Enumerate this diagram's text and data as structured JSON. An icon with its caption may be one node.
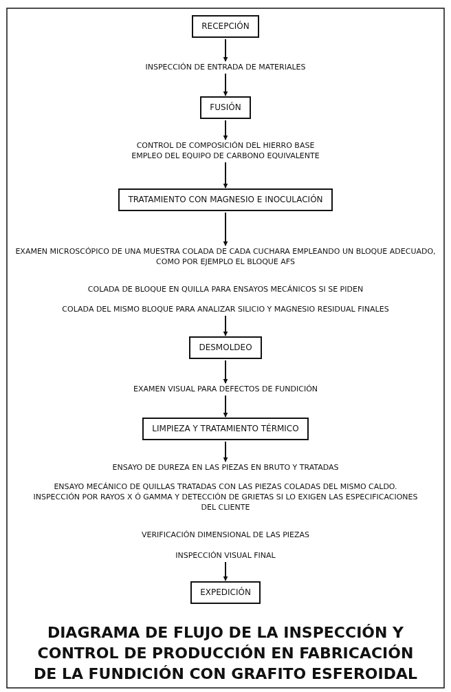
{
  "diagram": {
    "title": "DIAGRAMA DE FLUJO DE LA INSPECCIÓN Y CONTROL DE PRODUCCIÓN EN FABRICACIÓN DE LA FUNDICIÓN CON GRAFITO ESFEROIDAL",
    "nodes": [
      {
        "text": [
          "RECEPCIÓN"
        ]
      },
      {
        "text": [
          "INSPECCIÓN DE ENTRADA DE MATERIALES"
        ]
      },
      {
        "text": [
          "FUSIÓN"
        ]
      },
      {
        "text": [
          "CONTROL DE COMPOSICIÓN DEL HIERRO BASE",
          "EMPLEO DEL EQUIPO DE CARBONO EQUIVALENTE"
        ]
      },
      {
        "text": [
          "TRATAMIENTO CON MAGNESIO E INOCULACIÓN"
        ]
      },
      {
        "text": [
          "EXAMEN MICROSCÓPICO DE UNA MUESTRA COLADA DE CADA CUCHARA EMPLEANDO UN BLOQUE ADECUADO, COMO POR EJEMPLO EL BLOQUE AFS"
        ]
      },
      {
        "text": [
          "COLADA DEL MISMO BLOQUE PARA ANALIZAR SILICIO Y MAGNESIO RESIDUAL FINALES"
        ]
      },
      {
        "text": [
          "DESMOLDEO"
        ]
      },
      {
        "text": [
          "EXAMEN VISUAL PARA DEFECTOS DE FUNDICIÓN"
        ]
      },
      {
        "text": [
          "LIMPIEZA Y TRATAMIENTO TÉRMICO"
        ]
      },
      {
        "text": [
          "ENSAYO DE DUREZA EN LAS PIEZAS EN BRUTO Y TRATADAS"
        ]
      },
      {
        "text": [
          "INSPECCIÓN VISUAL FINAL"
        ]
      },
      {
        "text": [
          "EXPEDICIÓN"
        ]
      }
    ],
    "edges": [
      {
        "from": 0,
        "to": 1,
        "arrow": "to"
      },
      {
        "from": 1,
        "to": 2,
        "arrow": "to"
      },
      {
        "from": 2,
        "to": 3,
        "arrow": "to"
      },
      {
        "from": 3,
        "to": 4,
        "arrow": "to"
      },
      {
        "from": 4,
        "to": 5,
        "arrow": "to"
      },
      {
        "from": 6,
        "to": 7,
        "arrow": "to"
      },
      {
        "from": 7,
        "to": 8,
        "arrow": "to"
      },
      {
        "from": 8,
        "to": 9,
        "arrow": "to"
      },
      {
        "from": 9,
        "to": 10,
        "arrow": "to"
      },
      {
        "from": 11,
        "to": 12,
        "arrow": "to"
      }
    ],
    "labels": [
      "COLADA DE BLOQUE EN QUILLA PARA ENSAYOS MECÁNICOS SI SE PIDEN",
      "ENSAYO MECÁNICO DE QUILLAS TRATADAS CON LAS PIEZAS COLADAS DEL MISMO CALDO. INSPECCIÓN POR RAYOS X Ó GAMMA Y DETECCIÓN DE GRIETAS SI LO EXIGEN LAS ESPECIFICACIONES DEL CLIENTE",
      "VERIFICACIÓN DIMENSIONAL DE LAS PIEZAS"
    ]
  }
}
